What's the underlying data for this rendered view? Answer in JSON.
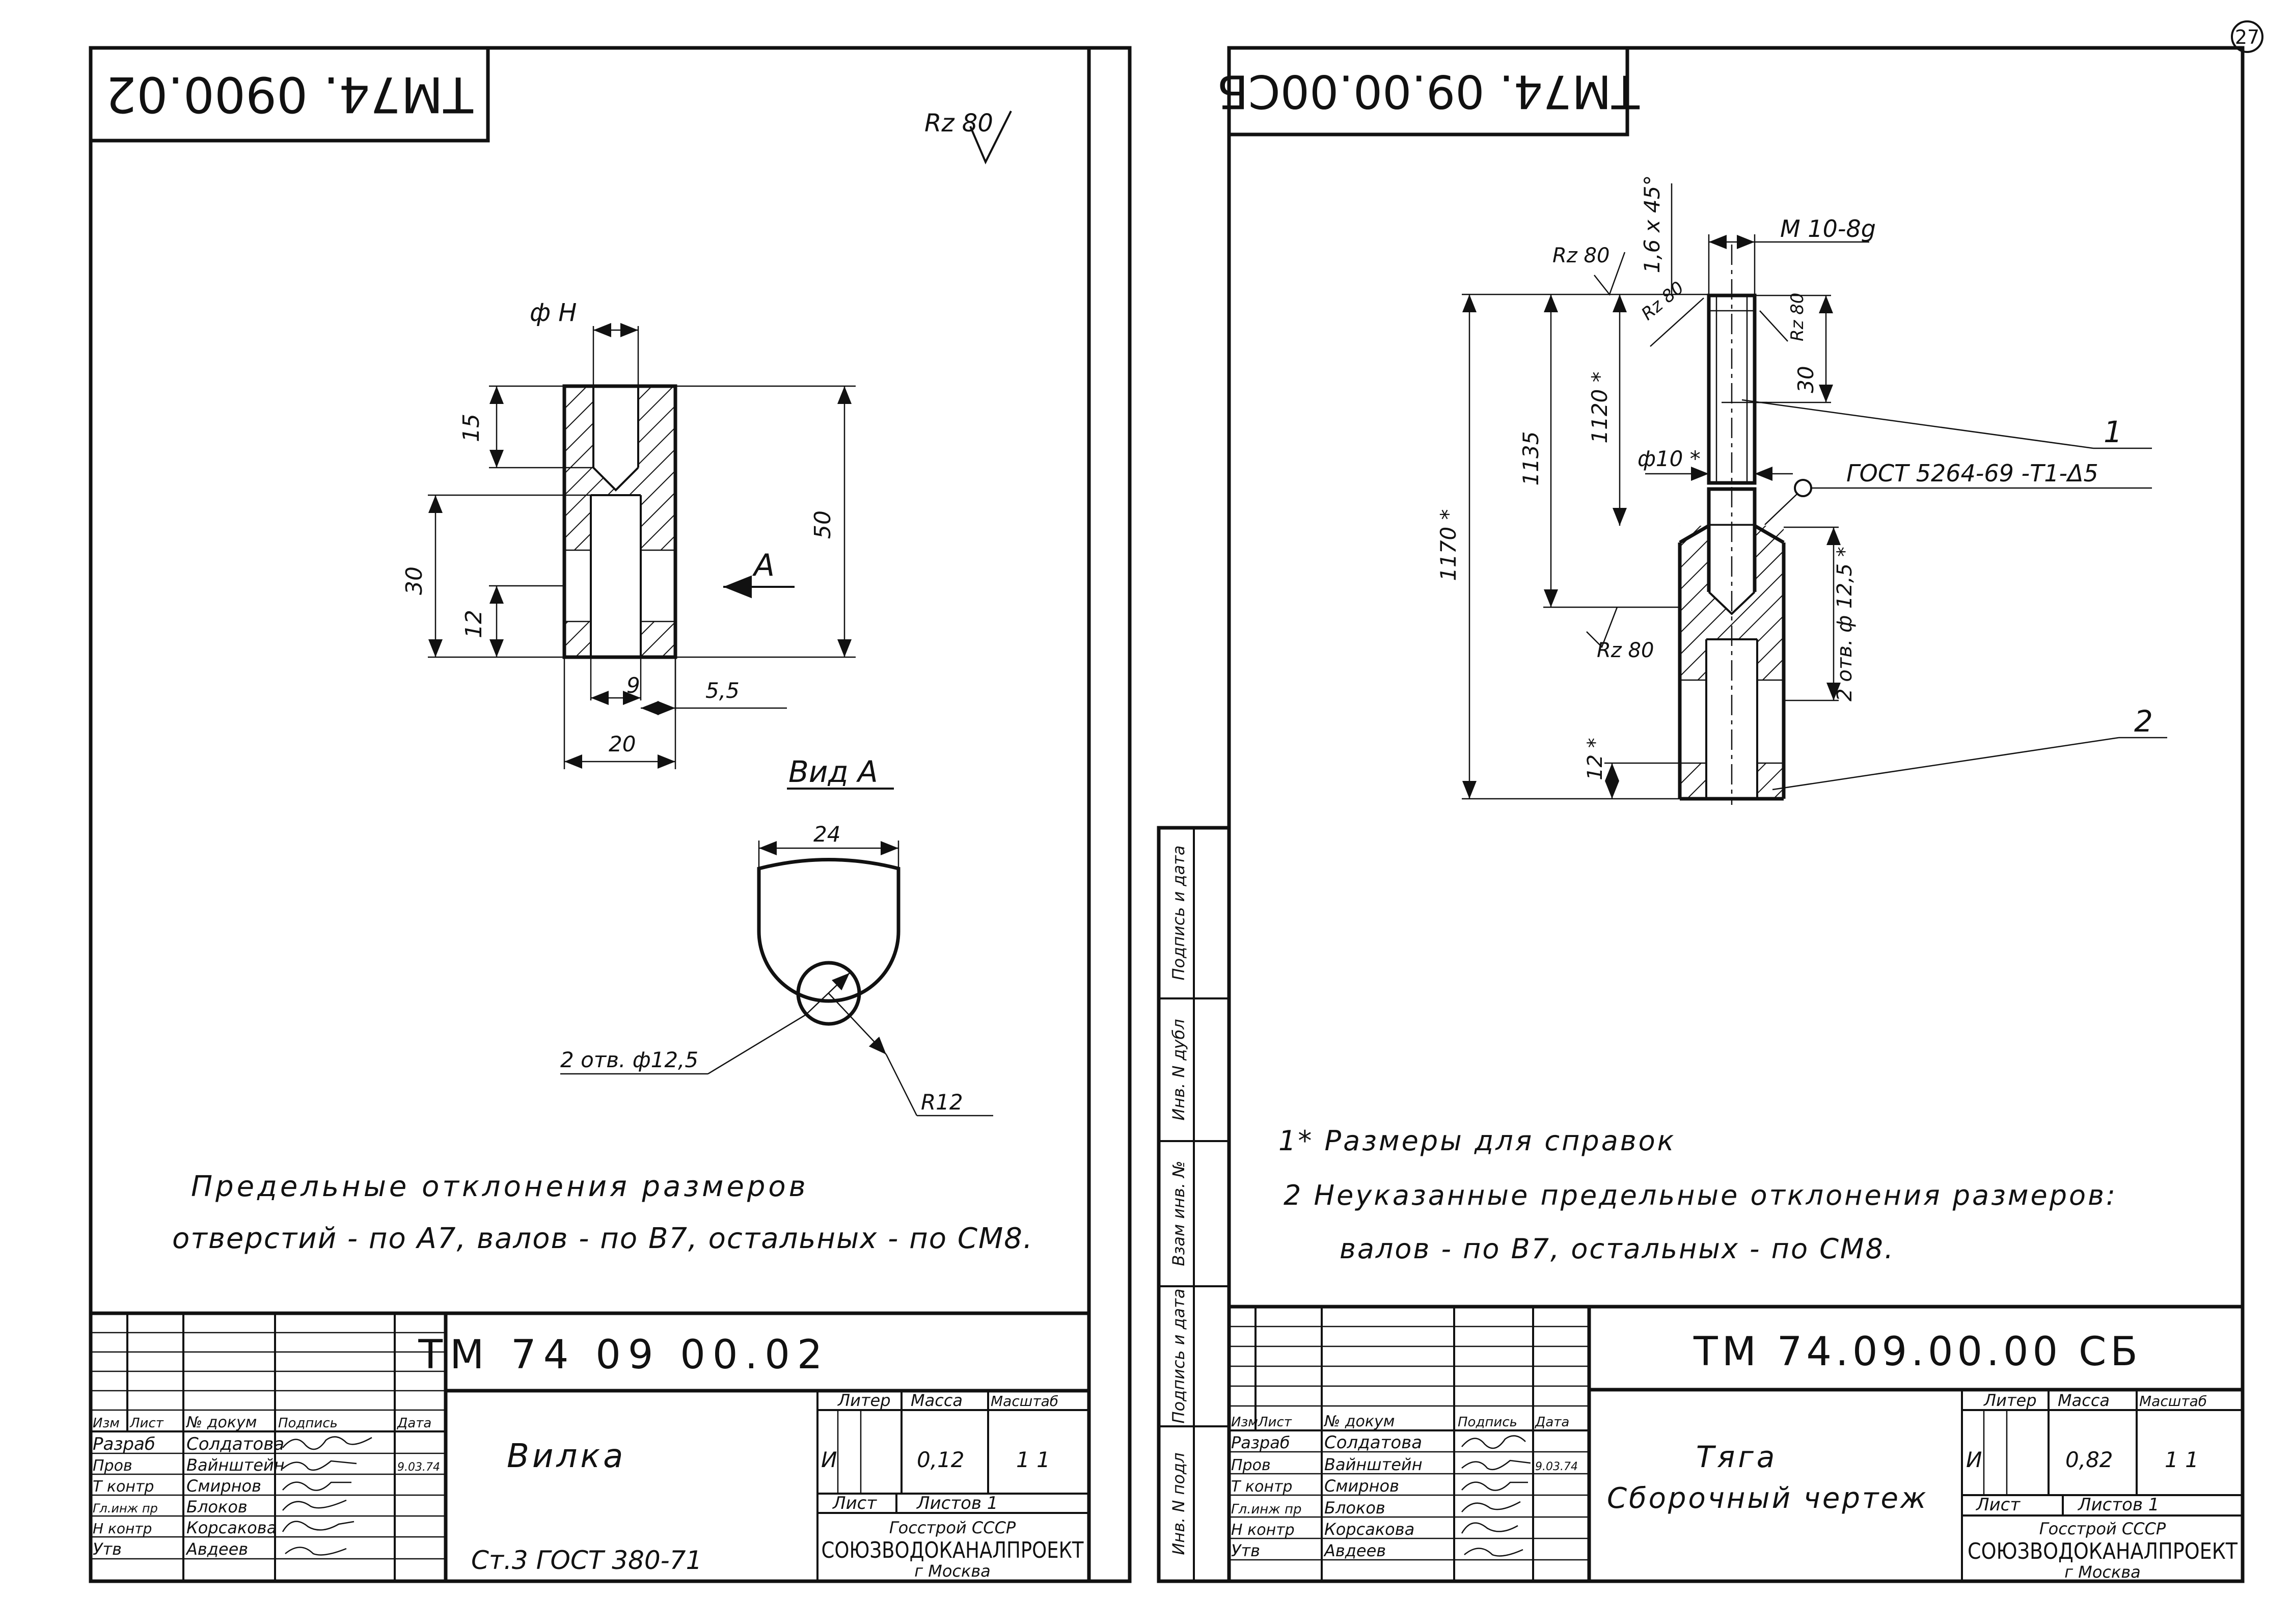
{
  "page_number": "27",
  "left": {
    "stamp_inverted": "ТМ74. 0900.02",
    "roughness": "Rz 80",
    "dims": {
      "phi_h": "ф Н",
      "d15": "15",
      "d50": "50",
      "d30": "30",
      "d12": "12",
      "d9": "9",
      "d5_5": "5,5",
      "d20": "20",
      "arrow_a": "А",
      "view_a": "Вид А",
      "d24": "24",
      "holes": "2 отв. ф12,5",
      "radius": "R12"
    },
    "note_line1": "Предельные отклонения размеров",
    "note_line2": "отверстий - по А7, валов - по В7, остальных - по СМ8.",
    "title_block": {
      "doc_number": "ТМ 74 09 00.02",
      "name": "Вилка",
      "material": "Ст.3 ГОСТ 380-71",
      "lit_header": "Литер",
      "mass_header": "Масса",
      "scale_header": "Масштаб",
      "lit": "И",
      "mass": "0,12",
      "scale": "1 1",
      "sheet_label": "Лист",
      "sheets_label": "Листов 1",
      "org_line1": "Госстрой СССР",
      "org_line2": "СОЮЗВОДОКАНАЛПРОЕКТ",
      "org_line3": "г Москва",
      "header_izm": "Изм",
      "header_list": "Лист",
      "header_doc": "№ докум",
      "header_sign": "Подпись",
      "header_date": "Дата",
      "roles": [
        "Разраб",
        "Пров",
        "Т контр",
        "Гл.инж пр",
        "Н контр",
        "Утв"
      ],
      "people": [
        "Солдатова",
        "Вайнштейн",
        "Смирнов",
        "Блоков",
        "Корсакова",
        "Авдеев"
      ],
      "date": "9.03.74"
    }
  },
  "side_strip": {
    "labels": [
      "Инв. N подл",
      "Подпись и дата",
      "Взам инв. №",
      "Инв. N дубл",
      "Подпись и дата"
    ]
  },
  "right": {
    "stamp_inverted": "ТМ74. 09.00.00СБ",
    "dims": {
      "chamfer": "1,6 х 45°",
      "thread": "М 10-8g",
      "rz_top": "Rz 80",
      "rz_left": "Rz 80",
      "rz_right": "Rz 80",
      "rz_bottom": "Rz 80",
      "d30": "30",
      "d1120": "1120 *",
      "d1135": "1135",
      "d1170": "1170 *",
      "phi10": "ф10 *",
      "weld": "ГОСТ 5264-69 -Т1-Δ5",
      "holes": "2 отв. ф 12,5 *",
      "d12": "12 *",
      "pos1": "1",
      "pos2": "2"
    },
    "note_1": "1* Размеры для справок",
    "note_2a": "2 Неуказанные предельные отклонения размеров:",
    "note_2b": "валов - по В7, остальных - по СМ8.",
    "title_block": {
      "doc_number": "ТМ 74.09.00.00 СБ",
      "name_line1": "Тяга",
      "name_line2": "Сборочный чертеж",
      "lit_header": "Литер",
      "mass_header": "Масса",
      "scale_header": "Масштаб",
      "lit": "И",
      "mass": "0,82",
      "scale": "1 1",
      "sheet_label": "Лист",
      "sheets_label": "Листов 1",
      "org_line1": "Госстрой СССР",
      "org_line2": "СОЮЗВОДОКАНАЛПРОЕКТ",
      "org_line3": "г Москва",
      "header_izm": "Изм",
      "header_list": "Лист",
      "header_doc": "№ докум",
      "header_sign": "Подпись",
      "header_date": "Дата",
      "roles": [
        "Разраб",
        "Пров",
        "Т контр",
        "Гл.инж пр",
        "Н контр",
        "Утв"
      ],
      "people": [
        "Солдатова",
        "Вайнштейн",
        "Смирнов",
        "Блоков",
        "Корсакова",
        "Авдеев"
      ],
      "date": "9.03.74"
    }
  }
}
